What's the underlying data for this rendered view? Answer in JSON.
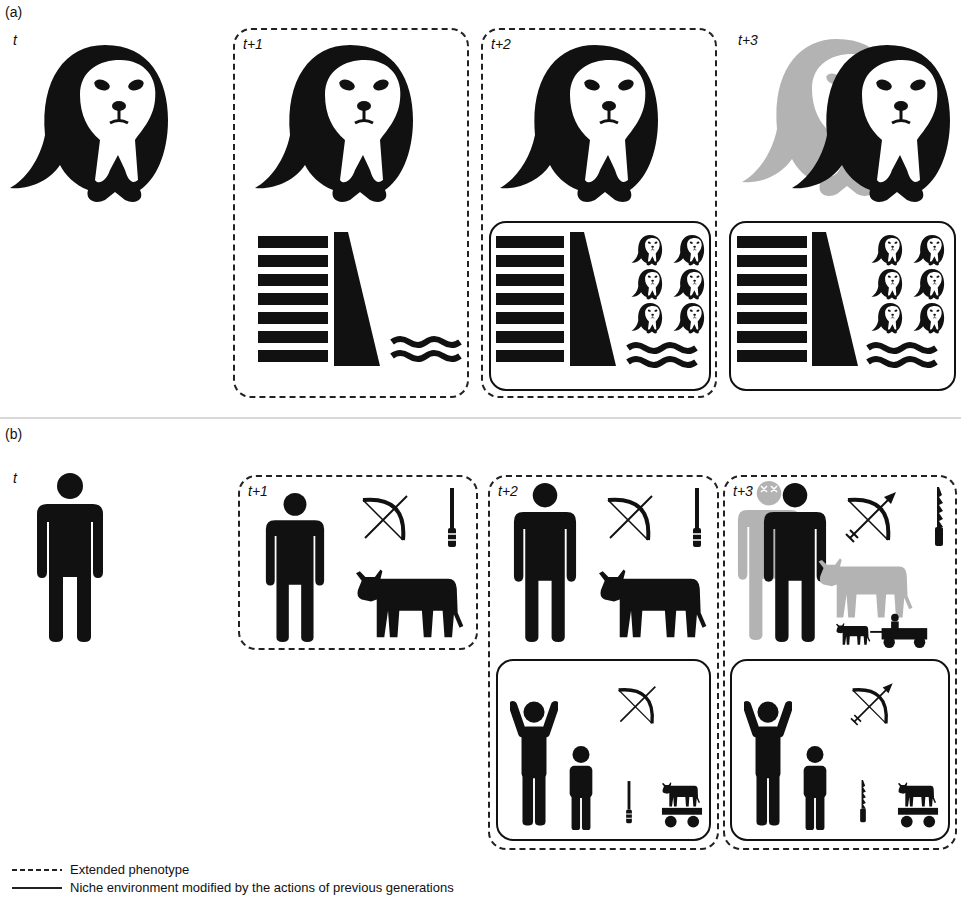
{
  "diagram": {
    "nodes": [
      {
        "text": [
          "t+1"
        ]
      },
      {
        "text": [
          "t+2"
        ]
      },
      {
        "text": [
          "t+1"
        ]
      },
      {
        "text": [
          "t+2"
        ]
      },
      {
        "text": [
          "t+3"
        ]
      }
    ],
    "labels": [
      "(a)",
      "t",
      "t+3",
      "(b)",
      "t"
    ],
    "legend": [
      {
        "text": "Extended phenotype"
      },
      {
        "text": "Niche environment modified by the actions of previous generations"
      }
    ]
  }
}
